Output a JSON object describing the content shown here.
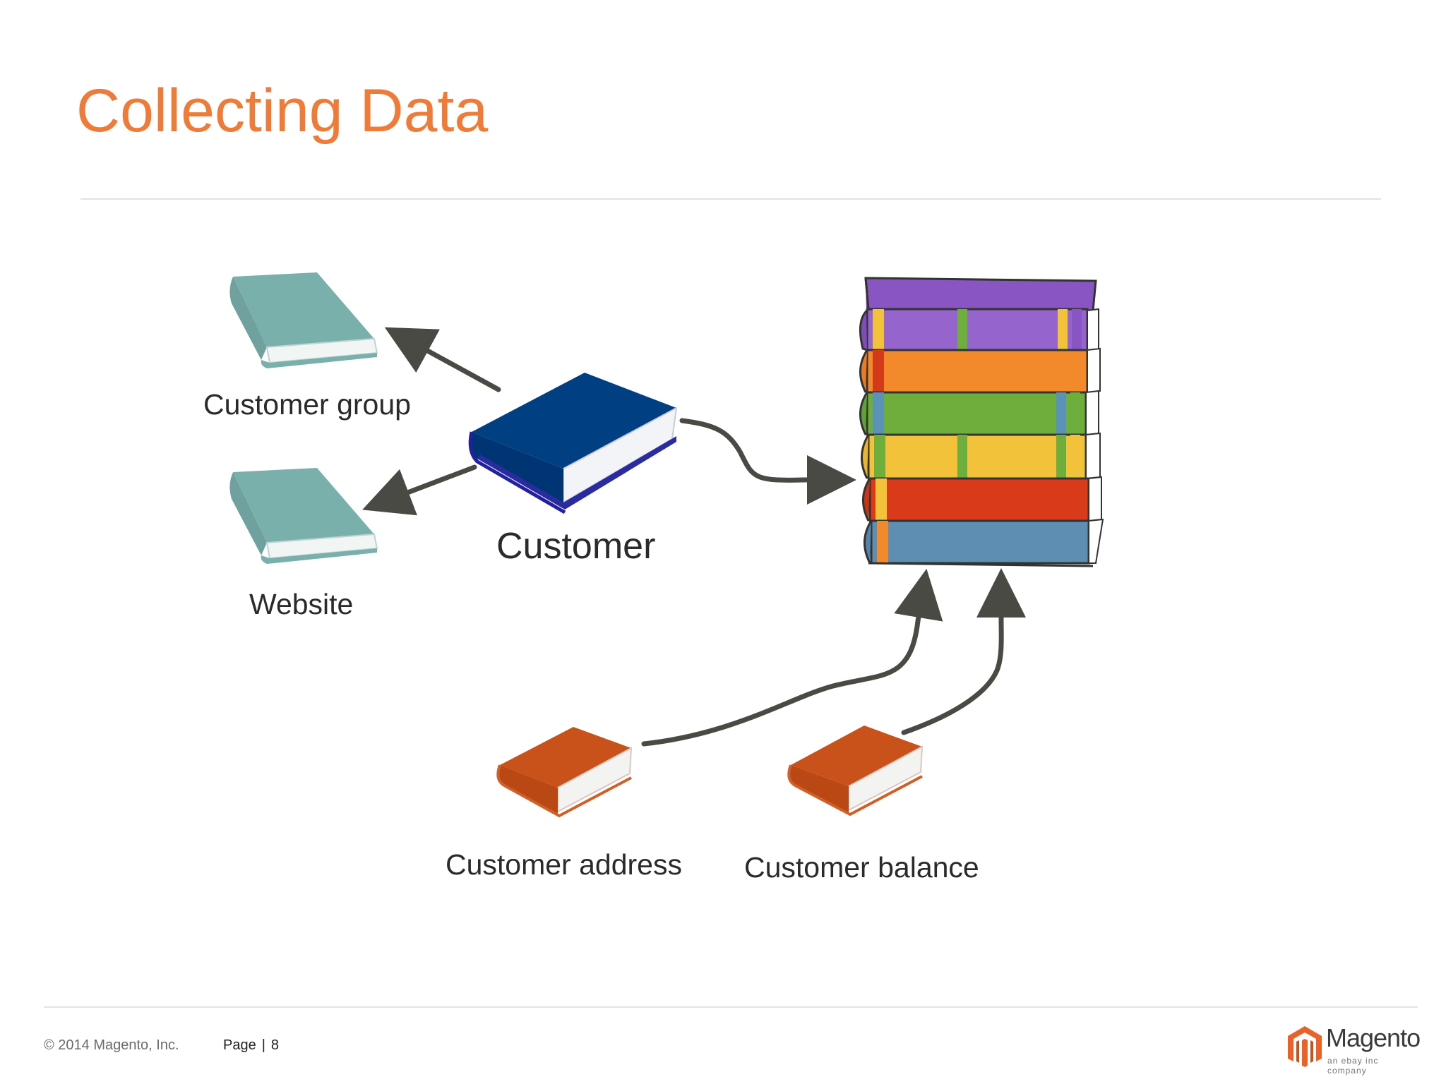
{
  "slide": {
    "title": "Collecting Data"
  },
  "diagram": {
    "labels": {
      "customer_group": "Customer group",
      "website": "Website",
      "customer": "Customer",
      "customer_address": "Customer address",
      "customer_balance": "Customer balance"
    },
    "colors": {
      "title": "#EE7B38",
      "teal_book": "#7AB0AC",
      "customer_book": "#003F82",
      "orange_book": "#C9511A",
      "arrow": "#4A4A44"
    }
  },
  "footer": {
    "copyright": "© 2014 Magento, Inc.",
    "page_label": "Page",
    "separator": "|",
    "page_number": "8"
  },
  "logo": {
    "wordmark": "Magento",
    "tagline": "an ebay inc company"
  }
}
